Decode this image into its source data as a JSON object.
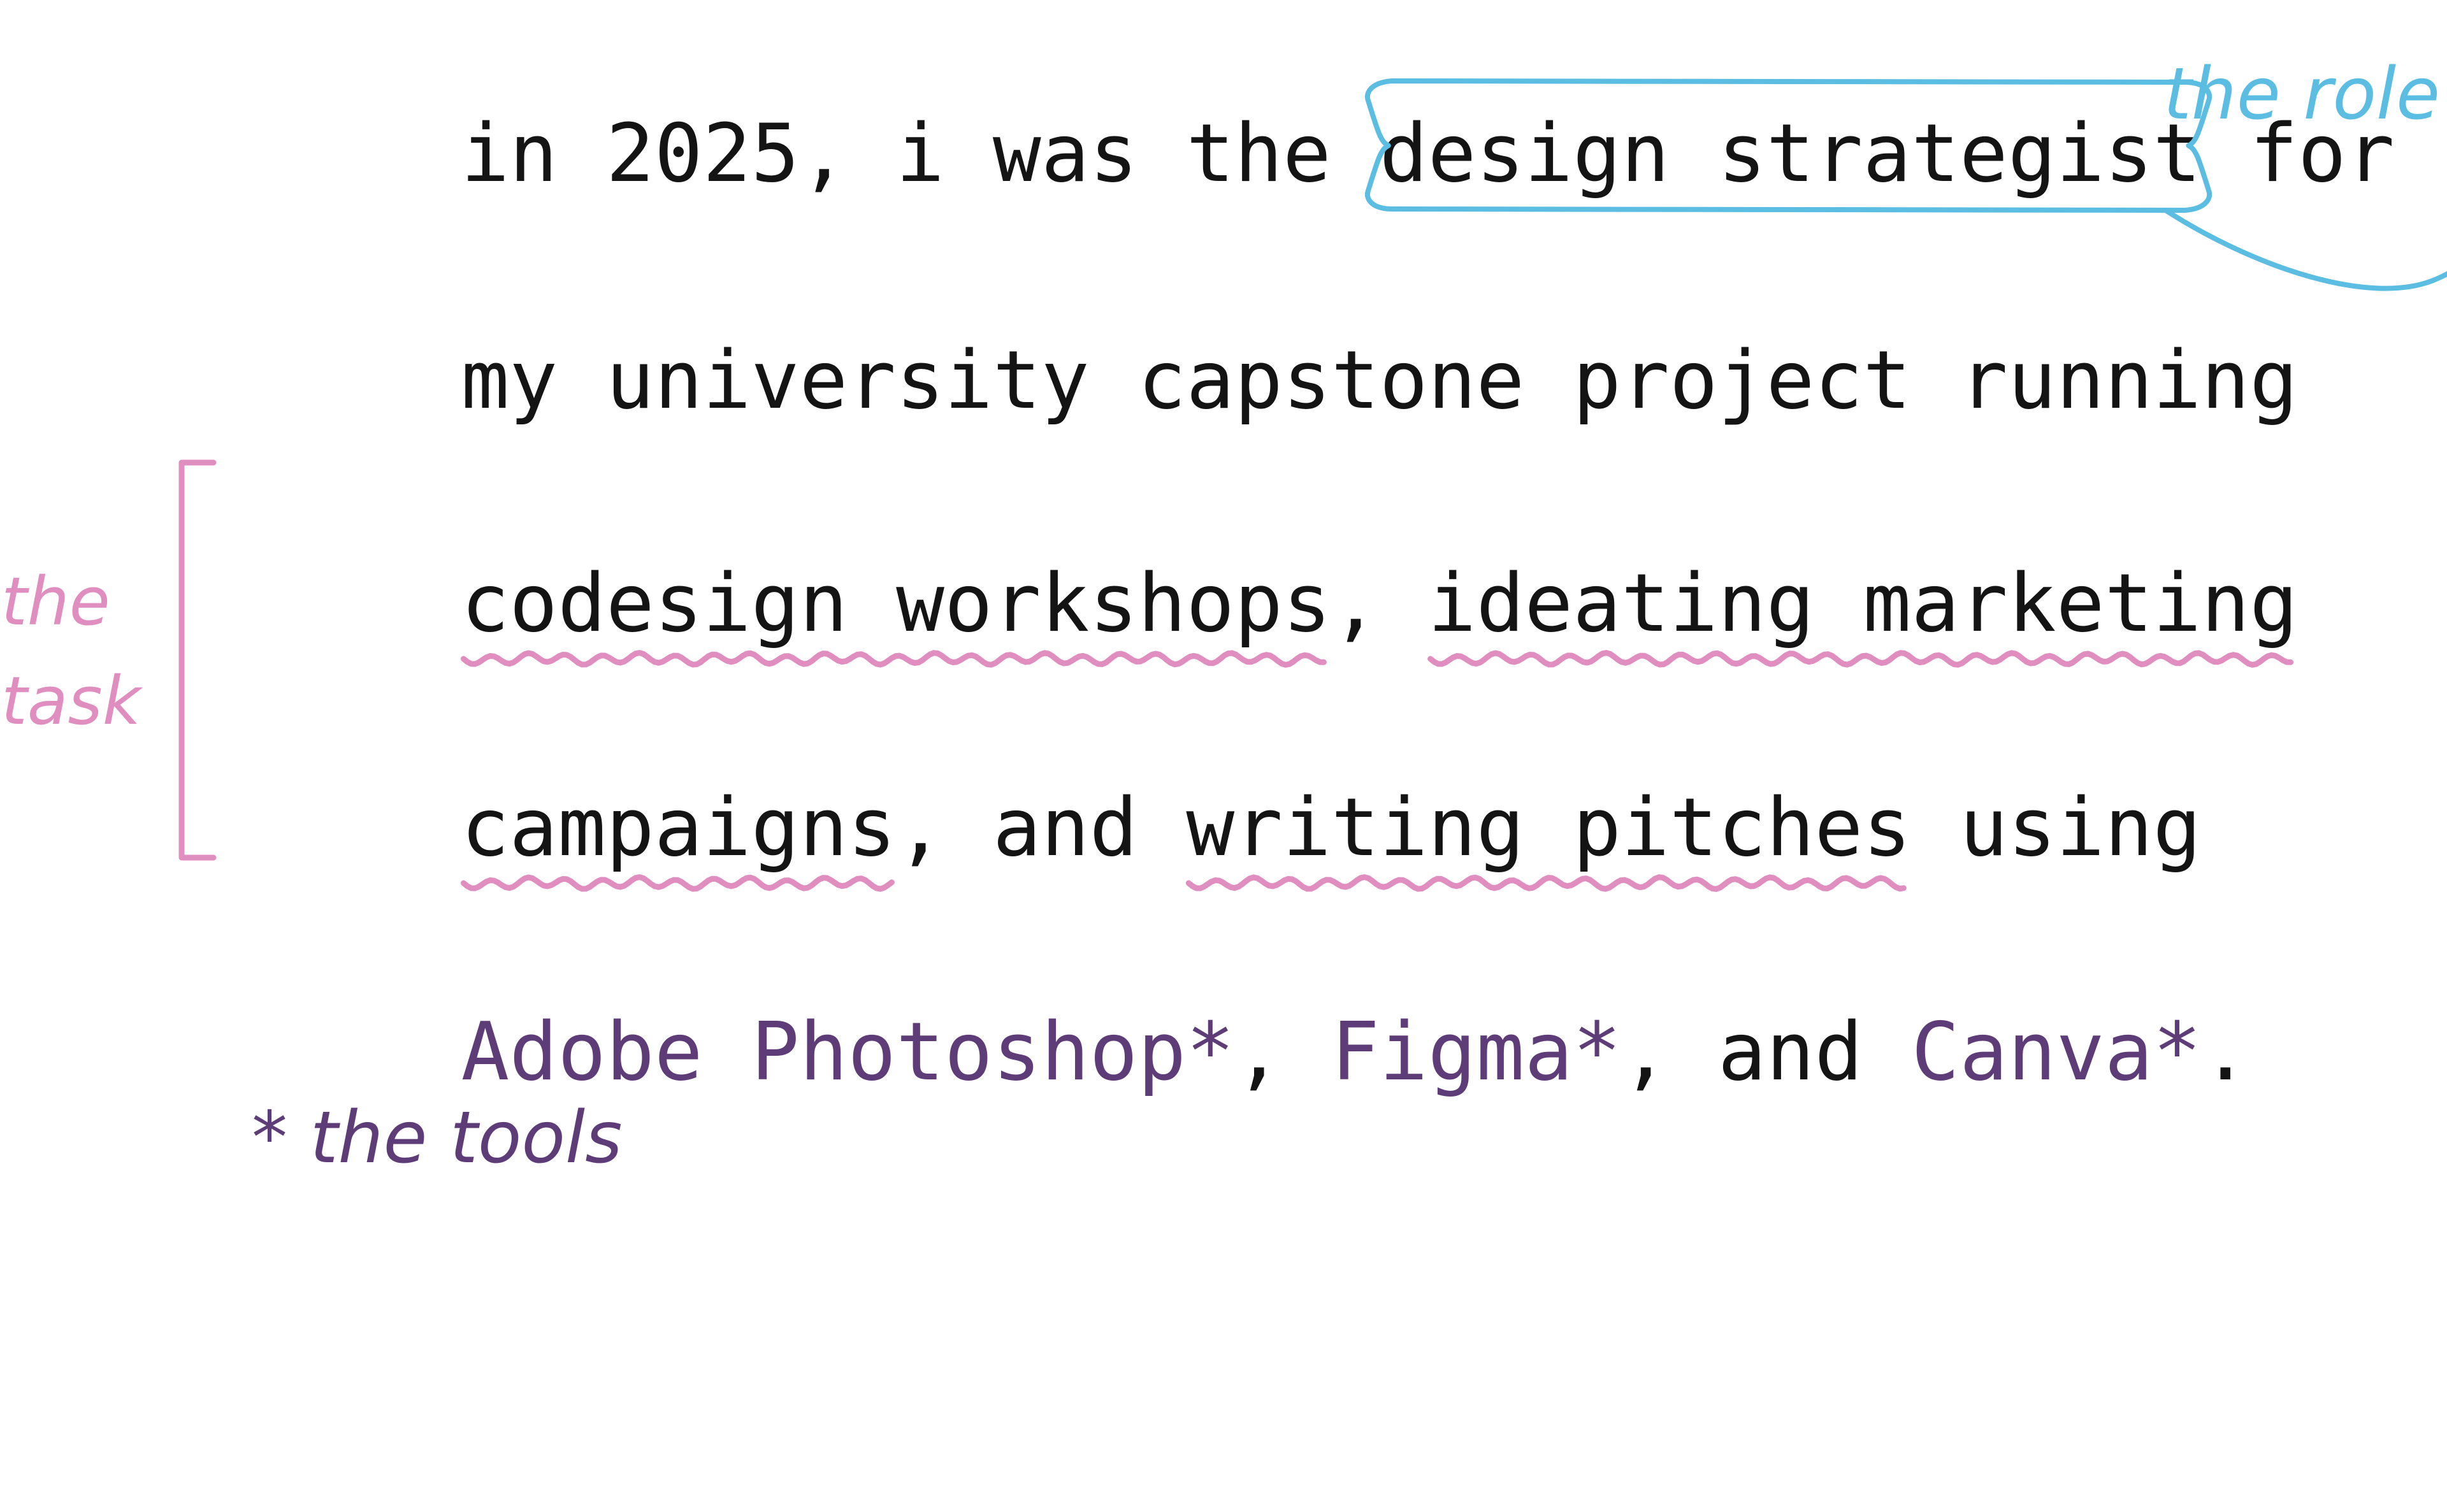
{
  "text_lines": [
    {
      "segments": [
        {
          "text": "in 2025, i was the ",
          "kind": "plain"
        },
        {
          "text": "design strategist",
          "kind": "role"
        },
        {
          "text": " for",
          "kind": "plain"
        }
      ]
    },
    {
      "segments": [
        {
          "text": "my university capstone project running",
          "kind": "plain"
        }
      ]
    },
    {
      "segments": [
        {
          "text": "codesign workshops",
          "kind": "task"
        },
        {
          "text": ", ",
          "kind": "plain"
        },
        {
          "text": "ideating marketing",
          "kind": "task"
        }
      ]
    },
    {
      "segments": [
        {
          "text": "campaigns",
          "kind": "task"
        },
        {
          "text": ", and ",
          "kind": "plain"
        },
        {
          "text": "writing pitches",
          "kind": "task"
        },
        {
          "text": " using",
          "kind": "plain"
        }
      ]
    },
    {
      "segments": [
        {
          "text": "Adobe Photoshop*",
          "kind": "tool"
        },
        {
          "text": ", ",
          "kind": "plain"
        },
        {
          "text": "Figma*",
          "kind": "tool"
        },
        {
          "text": ", and ",
          "kind": "plain"
        },
        {
          "text": "Canva*",
          "kind": "tool"
        },
        {
          "text": ".",
          "kind": "plain"
        }
      ]
    }
  ],
  "annotations": {
    "role_label": "the role",
    "task_label_line1": "the",
    "task_label_line2": "task",
    "tools_label": "* the tools"
  },
  "colors": {
    "text": "#141414",
    "role": "#5bbde2",
    "task": "#e08ec0",
    "tools": "#5e3c78",
    "background": "#ffffff"
  }
}
